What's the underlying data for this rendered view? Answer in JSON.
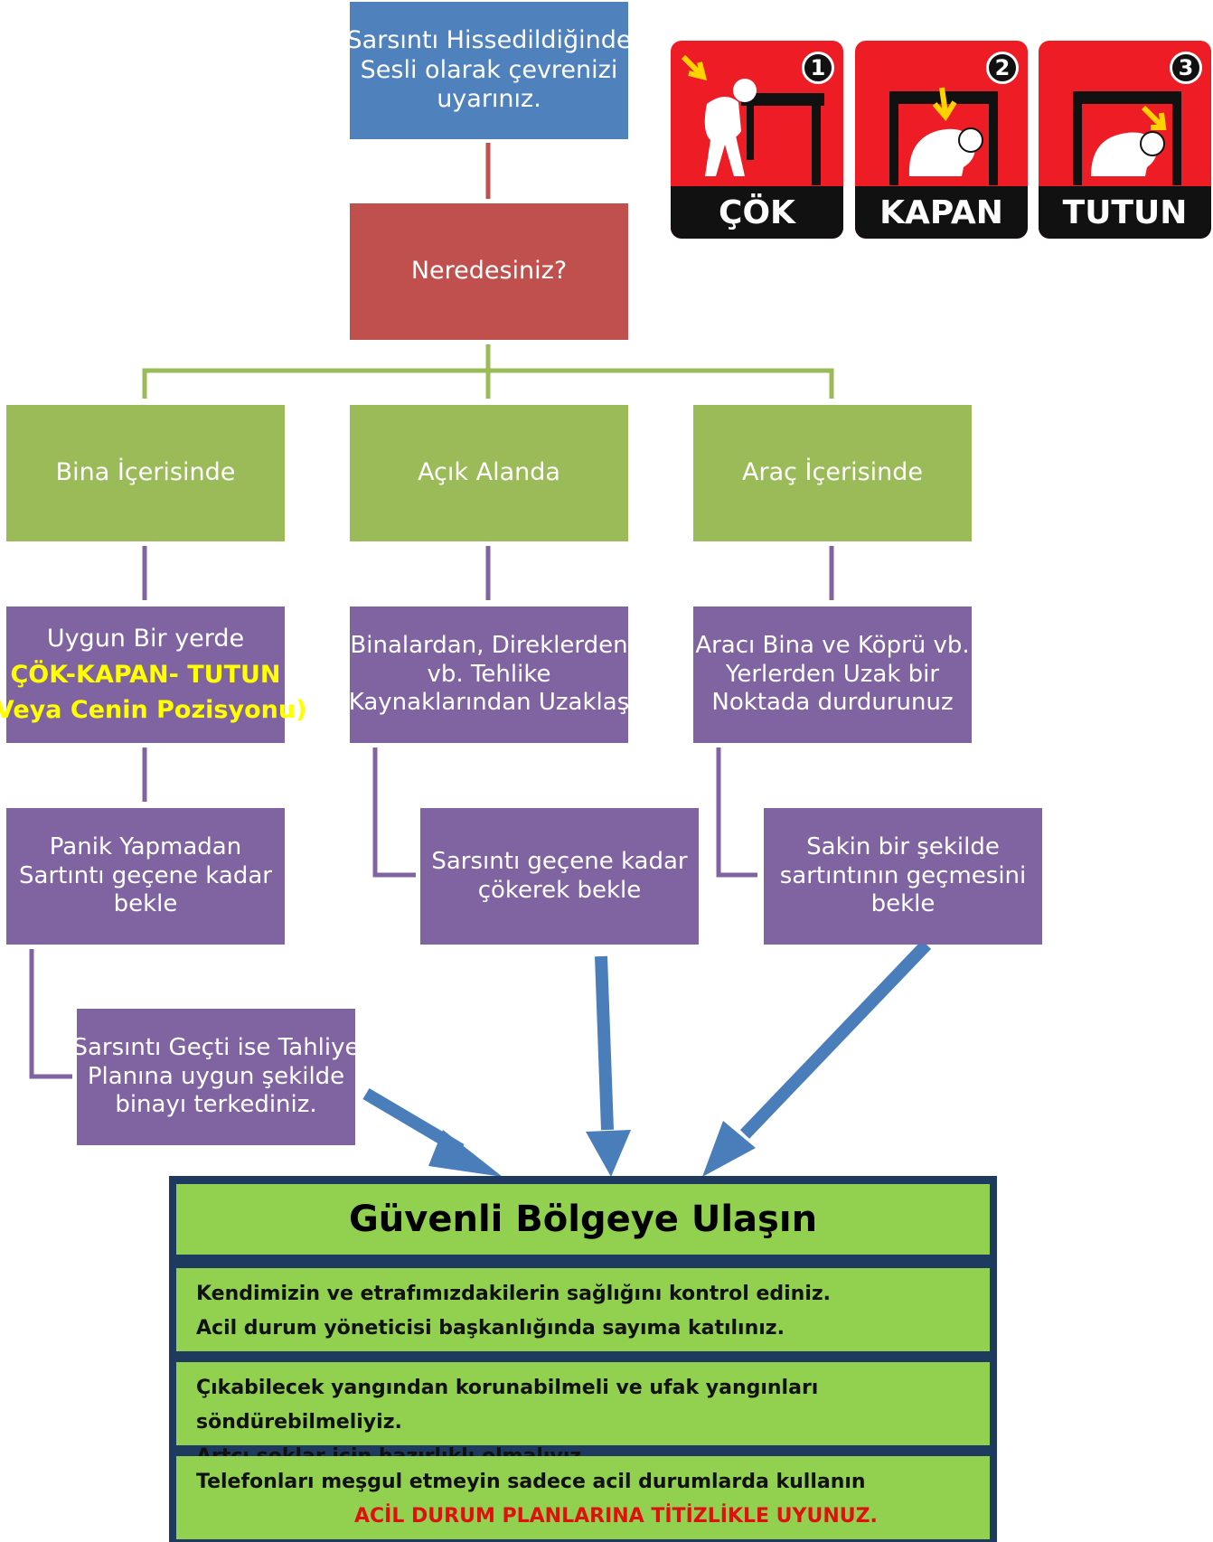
{
  "nodes": {
    "alert": {
      "lines": [
        "Sarsıntı Hissedildiğinde",
        "Sesli olarak çevrenizi",
        "uyarınız."
      ]
    },
    "where": {
      "text": "Neredesiniz?"
    },
    "inside_building": {
      "text": "Bina İçerisinde"
    },
    "open_area": {
      "text": "Açık Alanda"
    },
    "in_vehicle": {
      "text": "Araç İçerisinde"
    },
    "building_action": {
      "line1": "Uygun Bir yerde",
      "line2": "ÇÖK-KAPAN- TUTUN",
      "line3": "(Veya Cenin Pozisyonu)"
    },
    "open_action": {
      "lines": [
        "Binalardan, Direklerden",
        "vb. Tehlike",
        "Kaynaklarından Uzaklaş"
      ]
    },
    "vehicle_action": {
      "lines": [
        "Aracı Bina ve Köprü vb.",
        "Yerlerden Uzak bir",
        "Noktada durdurunuz"
      ]
    },
    "building_wait": {
      "lines": [
        "Panik Yapmadan",
        "Sartıntı geçene kadar",
        "bekle"
      ]
    },
    "open_wait": {
      "lines": [
        "Sarsıntı geçene kadar",
        "çökerek bekle"
      ]
    },
    "vehicle_wait": {
      "lines": [
        "Sakin bir şekilde",
        "sartıntının geçmesini",
        "bekle"
      ]
    },
    "evacuate": {
      "lines": [
        "Sarsıntı Geçti ise Tahliye",
        "Planına uygun şekilde",
        "binayı terkediniz."
      ]
    }
  },
  "drill": {
    "steps": [
      {
        "number": "1",
        "label": "ÇÖK"
      },
      {
        "number": "2",
        "label": "KAPAN"
      },
      {
        "number": "3",
        "label": "TUTUN"
      }
    ]
  },
  "safe_zone": {
    "title": "Güvenli Bölgeye Ulaşın",
    "block1": [
      "Kendimizin ve etrafımızdakilerin sağlığını kontrol ediniz.",
      "Acil durum yöneticisi başkanlığında sayıma katılınız."
    ],
    "block2": [
      "Çıkabilecek yangından korunabilmeli ve ufak yangınları söndürebilmeliyiz.",
      "Artçı şoklar için hazırlıklı olmalıyız"
    ],
    "block3": [
      "Telefonları meşgul etmeyin sadece acil durumlarda kullanın"
    ],
    "warning": "ACİL DURUM PLANLARINA TİTİZLİKLE UYUNUZ."
  },
  "colors": {
    "blue": "#4f81bd",
    "red": "#c0504d",
    "green": "#9bbb59",
    "purple": "#8064a2",
    "arrow": "#4a7ebb",
    "highlight_yellow": "#ffff00",
    "warning_red": "#e01010",
    "safe_green": "#92d050",
    "safe_border": "#1f3a5f"
  }
}
